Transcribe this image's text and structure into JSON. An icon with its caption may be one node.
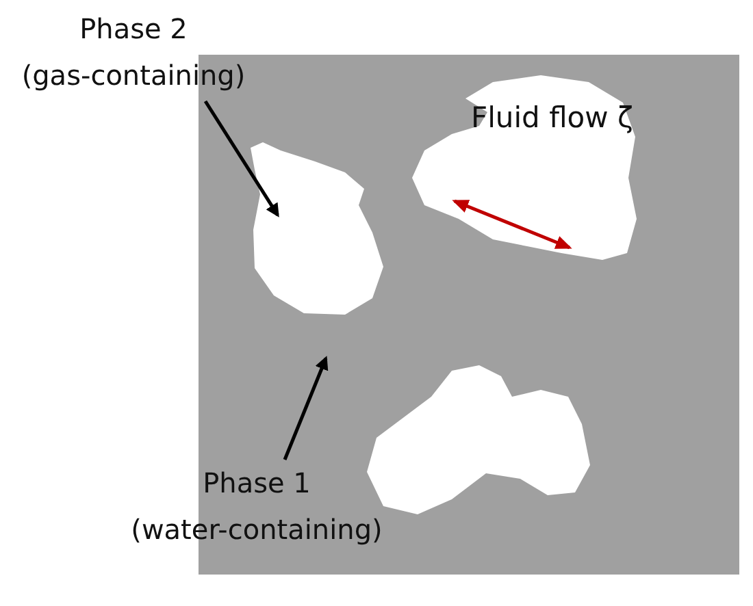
{
  "diagram": {
    "nodes": [
      {
        "text": [
          "Phase 2 (gas-containing)"
        ]
      },
      {
        "text": [],
        "shape": "box"
      },
      {
        "text": [],
        "shape": "blob",
        "in": 1
      },
      {
        "text": [],
        "shape": "blob",
        "in": 1
      },
      {
        "text": [],
        "shape": "blob",
        "in": 1
      },
      {
        "text": [
          "Phase 1 (water-containing)"
        ]
      }
    ],
    "edges": [
      {
        "from": 0,
        "to": 2,
        "arrow": "to"
      },
      {
        "from": 5,
        "to": null,
        "arrow": "to"
      }
    ],
    "labels": [
      "Fluid flow ζ"
    ]
  }
}
